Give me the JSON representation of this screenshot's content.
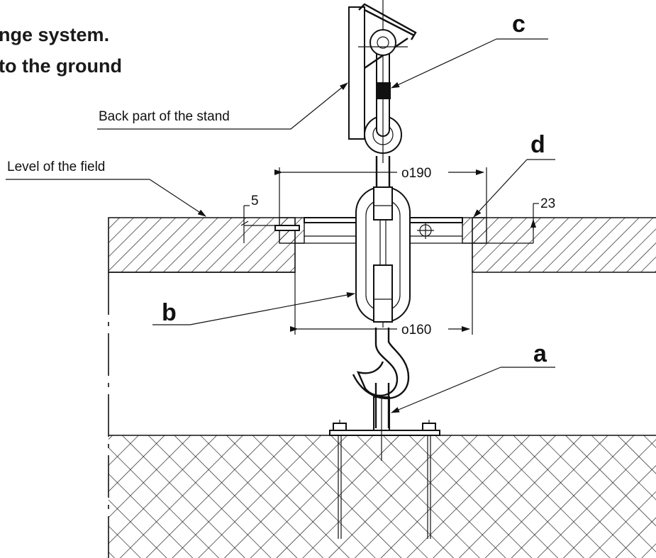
{
  "title": {
    "line1": "nge system.",
    "line2": "to the ground"
  },
  "labels": {
    "back_stand": "Back part of the stand",
    "field_level": "Level of the field"
  },
  "parts": {
    "a": "a",
    "b": "b",
    "c": "c",
    "d": "d"
  },
  "dimensions": {
    "outer_diameter": "o190",
    "inner_diameter": "o160",
    "depth": "23",
    "recess": "5"
  }
}
